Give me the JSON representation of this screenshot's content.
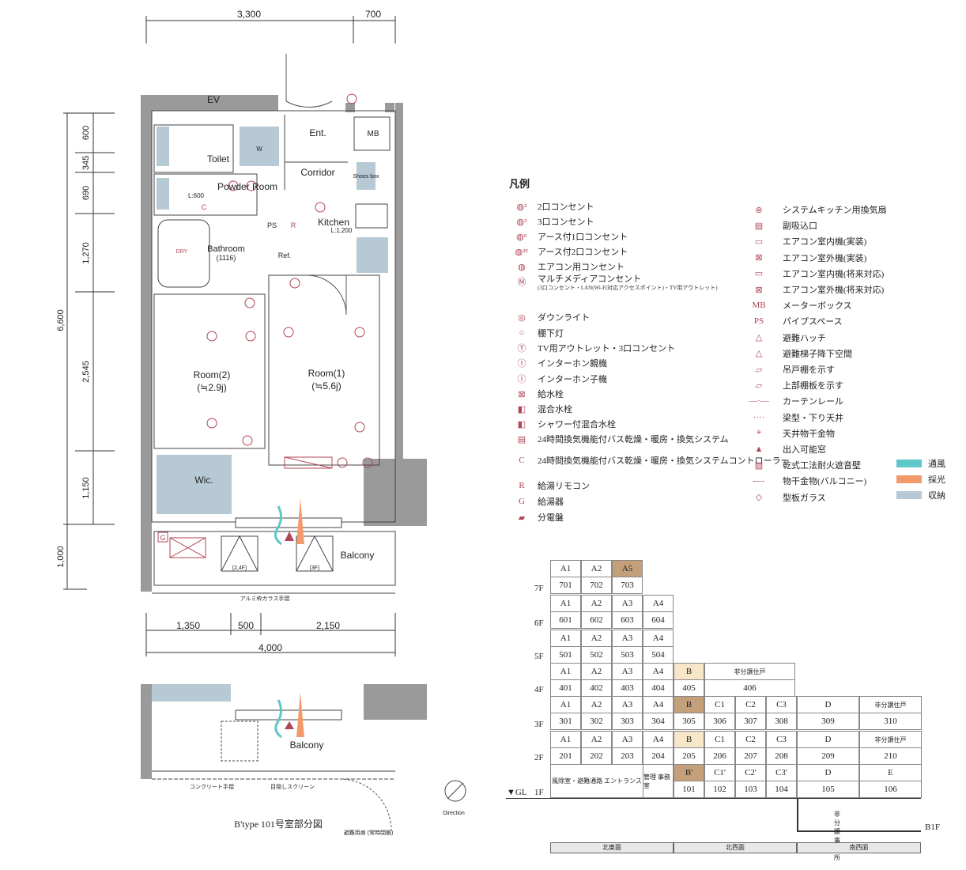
{
  "plan": {
    "dims_top": [
      "3,300",
      "700"
    ],
    "dims_left": [
      "600",
      "345",
      "690",
      "1,270",
      "2,545",
      "1,150",
      "1,000"
    ],
    "dim_total_left": "6,600",
    "dims_bottom": [
      "1,350",
      "500",
      "2,150"
    ],
    "dim_total_bottom": "4,000",
    "rooms": {
      "ev": "EV",
      "ent": "Ent.",
      "mb": "MB",
      "toilet": "Toilet",
      "corridor": "Corridor",
      "shoes": "Shoes box",
      "powder": "Powder Room",
      "l600": "L:600",
      "kitchen": "Kitchen",
      "kitchen_l": "L:1,200",
      "ps": "PS",
      "r": "R",
      "ref": "Ref.",
      "bathroom": "Bathroom",
      "bathroom_size": "(1116)",
      "dry": "DRY",
      "room2": "Room(2)",
      "room2_area": "(≒2.9j)",
      "room1": "Room(1)",
      "room1_area": "(≒5.6j)",
      "wic": "Wic.",
      "balcony": "Balcony",
      "hatch1": "(2,4F)",
      "hatch2": "(3F)",
      "w": "W",
      "c": "C",
      "g": "G",
      "railing": "アルミ枠ガラス手摺"
    },
    "partial": {
      "balcony": "Balcony",
      "concrete": "コンクリート手摺",
      "screen": "目隠しスクリーン",
      "title": "B'type 101号室部分図",
      "door_note": "避難用扉\n(常時閉鎖)",
      "direction": "Direction"
    }
  },
  "legend": {
    "title": "凡例",
    "left": [
      {
        "sym": "◍²",
        "label": "2口コンセント"
      },
      {
        "sym": "◍³",
        "label": "3口コンセント"
      },
      {
        "sym": "◍ᴱ",
        "label": "アース付1口コンセント"
      },
      {
        "sym": "◍²ᴱ",
        "label": "アース付2口コンセント"
      },
      {
        "sym": "◍",
        "label": "エアコン用コンセント"
      },
      {
        "sym": "Ⓜ",
        "label": "マルチメディアコンセント",
        "sub": "(3口コンセント・LAN(Wi-Fi対応アクセスポイント)・TV用アウトレット)"
      },
      {
        "sym": "◎",
        "label": "ダウンライト"
      },
      {
        "sym": "○",
        "label": "棚下灯"
      },
      {
        "sym": "Ⓣ",
        "label": "TV用アウトレット・3口コンセント"
      },
      {
        "sym": "Ⓘ",
        "label": "インターホン親機"
      },
      {
        "sym": "Ⓘ",
        "label": "インターホン子機"
      },
      {
        "sym": "⊠",
        "label": "給水栓"
      },
      {
        "sym": "◧",
        "label": "混合水栓"
      },
      {
        "sym": "◧",
        "label": "シャワー付混合水栓"
      },
      {
        "sym": "▤",
        "label": "24時間換気機能付バス乾燥・暖房・換気システム"
      },
      {
        "sym": "C",
        "label": "24時間換気機能付バス乾燥・暖房・換気システムコントローラー"
      },
      {
        "sym": "R",
        "label": "給湯リモコン"
      },
      {
        "sym": "G",
        "label": "給湯器"
      },
      {
        "sym": "▰",
        "label": "分電盤"
      }
    ],
    "right": [
      {
        "sym": "⊛",
        "label": "システムキッチン用換気扇"
      },
      {
        "sym": "▤",
        "label": "副吸込口"
      },
      {
        "sym": "▭",
        "label": "エアコン室内機(実装)"
      },
      {
        "sym": "⊠",
        "label": "エアコン室外機(実装)"
      },
      {
        "sym": "▭",
        "label": "エアコン室内機(将来対応)"
      },
      {
        "sym": "⊠",
        "label": "エアコン室外機(将来対応)"
      },
      {
        "sym": "MB",
        "label": "メーターボックス"
      },
      {
        "sym": "PS",
        "label": "パイプスペース"
      },
      {
        "sym": "△",
        "label": "避難ハッチ"
      },
      {
        "sym": "△",
        "label": "避難梯子降下空間"
      },
      {
        "sym": "▱",
        "label": "吊戸棚を示す"
      },
      {
        "sym": "▱",
        "label": "上部棚板を示す"
      },
      {
        "sym": "—·—",
        "label": "カーテンレール"
      },
      {
        "sym": "····",
        "label": "梁型・下り天井"
      },
      {
        "sym": "⌖",
        "label": "天井物干金物"
      },
      {
        "sym": "▲",
        "label": "出入可能窓"
      },
      {
        "sym": "▨",
        "label": "乾式工法耐火遮音壁"
      },
      {
        "sym": "----",
        "label": "物干金物(バルコニー)"
      },
      {
        "sym": "◇",
        "label": "型板ガラス"
      }
    ],
    "extra": [
      {
        "label": "通風",
        "color": "#5fc7c9"
      },
      {
        "label": "採光",
        "color": "#f29a6c"
      },
      {
        "label": "収納",
        "color": "#b8c9d6"
      }
    ]
  },
  "grid": {
    "floors": [
      "7F",
      "6F",
      "5F",
      "4F",
      "3F",
      "2F",
      "1F"
    ],
    "gl": "▼GL",
    "b1f": "B1F",
    "row7": {
      "types": [
        "A1",
        "A2",
        "A5"
      ],
      "nums": [
        "701",
        "702",
        "703"
      ]
    },
    "row6": {
      "types": [
        "A1",
        "A2",
        "A3",
        "A4"
      ],
      "nums": [
        "601",
        "602",
        "603",
        "604"
      ]
    },
    "row5": {
      "types": [
        "A1",
        "A2",
        "A3",
        "A4"
      ],
      "nums": [
        "501",
        "502",
        "503",
        "504"
      ]
    },
    "row4": {
      "types": [
        "A1",
        "A2",
        "A3",
        "A4",
        "B"
      ],
      "nums": [
        "401",
        "402",
        "403",
        "404",
        "405",
        "406"
      ],
      "non_sale": "非分譲住戸"
    },
    "row3": {
      "types": [
        "A1",
        "A2",
        "A3",
        "A4",
        "B",
        "C1",
        "C2",
        "C3",
        "D",
        "非分譲住戸"
      ],
      "nums": [
        "301",
        "302",
        "303",
        "304",
        "305",
        "306",
        "307",
        "308",
        "309",
        "310"
      ]
    },
    "row2": {
      "types": [
        "A1",
        "A2",
        "A3",
        "A4",
        "B",
        "C1",
        "C2",
        "C3",
        "D",
        "非分譲住戸"
      ],
      "nums": [
        "201",
        "202",
        "203",
        "204",
        "205",
        "206",
        "207",
        "208",
        "209",
        "210"
      ]
    },
    "row1": {
      "types": [
        "B'",
        "C1'",
        "C2'",
        "C3'",
        "D",
        "E"
      ],
      "nums": [
        "101",
        "102",
        "103",
        "104",
        "105",
        "106"
      ],
      "wind": "風除室・避難通路 エントランス",
      "office": "管理 事務室"
    },
    "b1_office": "非分譲事務所",
    "faces": [
      "北東面",
      "北西面",
      "南西面"
    ]
  },
  "colors": {
    "brown": "#c4a07a",
    "beige": "#f7e6c7",
    "storage": "#b8c9d6",
    "symbol": "#b04455",
    "wind": "#5fc7c9",
    "light": "#f29a6c"
  }
}
